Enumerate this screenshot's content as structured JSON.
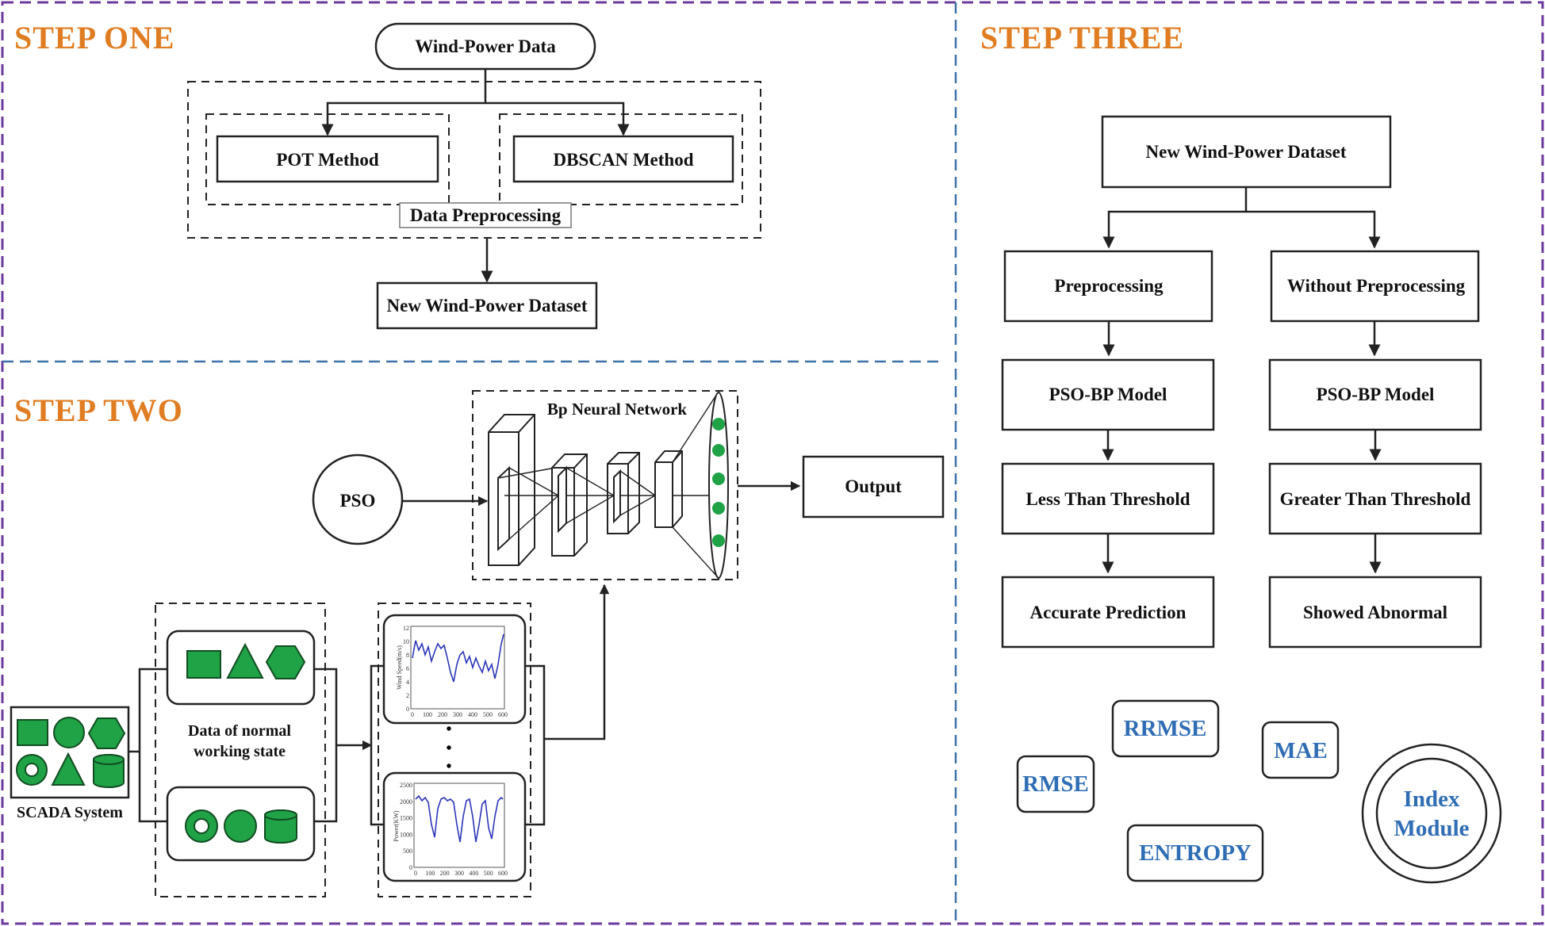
{
  "colors": {
    "step_title": "#e07d22",
    "metric_text": "#2f6db5",
    "frame_purple": "#6b3a9c",
    "frame_blue": "#3f72a8",
    "green": "#1fa346"
  },
  "step_one": {
    "title": "STEP  ONE",
    "source": "Wind-Power Data",
    "method_a": "POT Method",
    "method_b": "DBSCAN Method",
    "group_label": "Data Preprocessing",
    "result": "New Wind-Power Dataset"
  },
  "step_two": {
    "title": "STEP  TWO",
    "pso": "PSO",
    "network": "Bp Neural Network",
    "output": "Output",
    "scada": "SCADA System",
    "normal_state": "Data of normal\nworking state",
    "wind_plot": {
      "ylabel": "Wind Speed(m/s)",
      "yticks": [
        "12",
        "10",
        "8",
        "6",
        "4",
        "2",
        "0"
      ],
      "xticks": [
        "0",
        "100",
        "200",
        "300",
        "400",
        "500",
        "600"
      ]
    },
    "power_plot": {
      "ylabel": "Power(KW)",
      "yticks": [
        "2500",
        "2000",
        "1500",
        "1000",
        "500",
        "0"
      ],
      "xticks": [
        "0",
        "100",
        "200",
        "300",
        "400",
        "500",
        "600"
      ]
    }
  },
  "step_three": {
    "title": "STEP  THREE",
    "dataset": "New Wind-Power Dataset",
    "left": [
      "Preprocessing",
      "PSO-BP Model",
      "Less Than Threshold",
      "Accurate Prediction"
    ],
    "right": [
      "Without Preprocessing",
      "PSO-BP Model",
      "Greater Than Threshold",
      "Showed Abnormal"
    ],
    "metrics": {
      "rrmse": "RRMSE",
      "mae": "MAE",
      "rmse": "RMSE",
      "entropy": "ENTROPY"
    },
    "index_module": "Index\nModule"
  },
  "icons": {
    "output_nodes": "neuron-node-icon",
    "shapes": "shape-symbol-icon"
  }
}
